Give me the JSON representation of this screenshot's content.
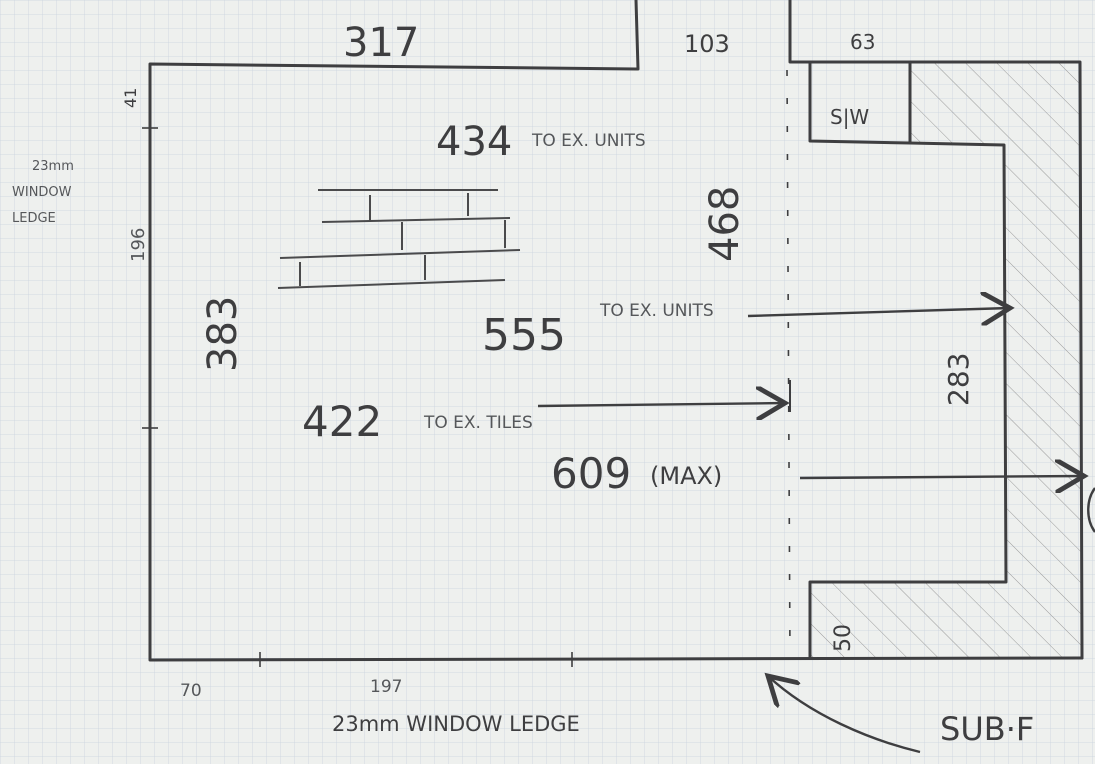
{
  "dimensions": {
    "top_left_wall": "317",
    "top_gap": "103",
    "top_right": "63",
    "left_small": "41",
    "left_lower": "196",
    "left_height": "383",
    "to_units_1": "434",
    "to_units_2": "555",
    "to_tiles": "422",
    "max_depth": "609",
    "max_label": "(MAX)",
    "right_wall_height": "468",
    "inner_right": "283",
    "inner_bottom": "50",
    "bottom_left": "70",
    "bottom_mid": "197"
  },
  "notes": {
    "to_ex_units": "TO EX. UNITS",
    "to_ex_units_short": "TO EX. UNITS",
    "to_ex_tiles": "TO EX. TILES",
    "sw": "S|W",
    "window_ledge_left": "23mm WINDOW LEDGE",
    "window_ledge_bottom": "23mm WINDOW LEDGE",
    "sub": "SUB·F"
  },
  "colors": {
    "paper": "#eef0ee",
    "grid": "#c5d0dc",
    "ink": "#3e3e40",
    "hatch": "#8a8a8a"
  }
}
